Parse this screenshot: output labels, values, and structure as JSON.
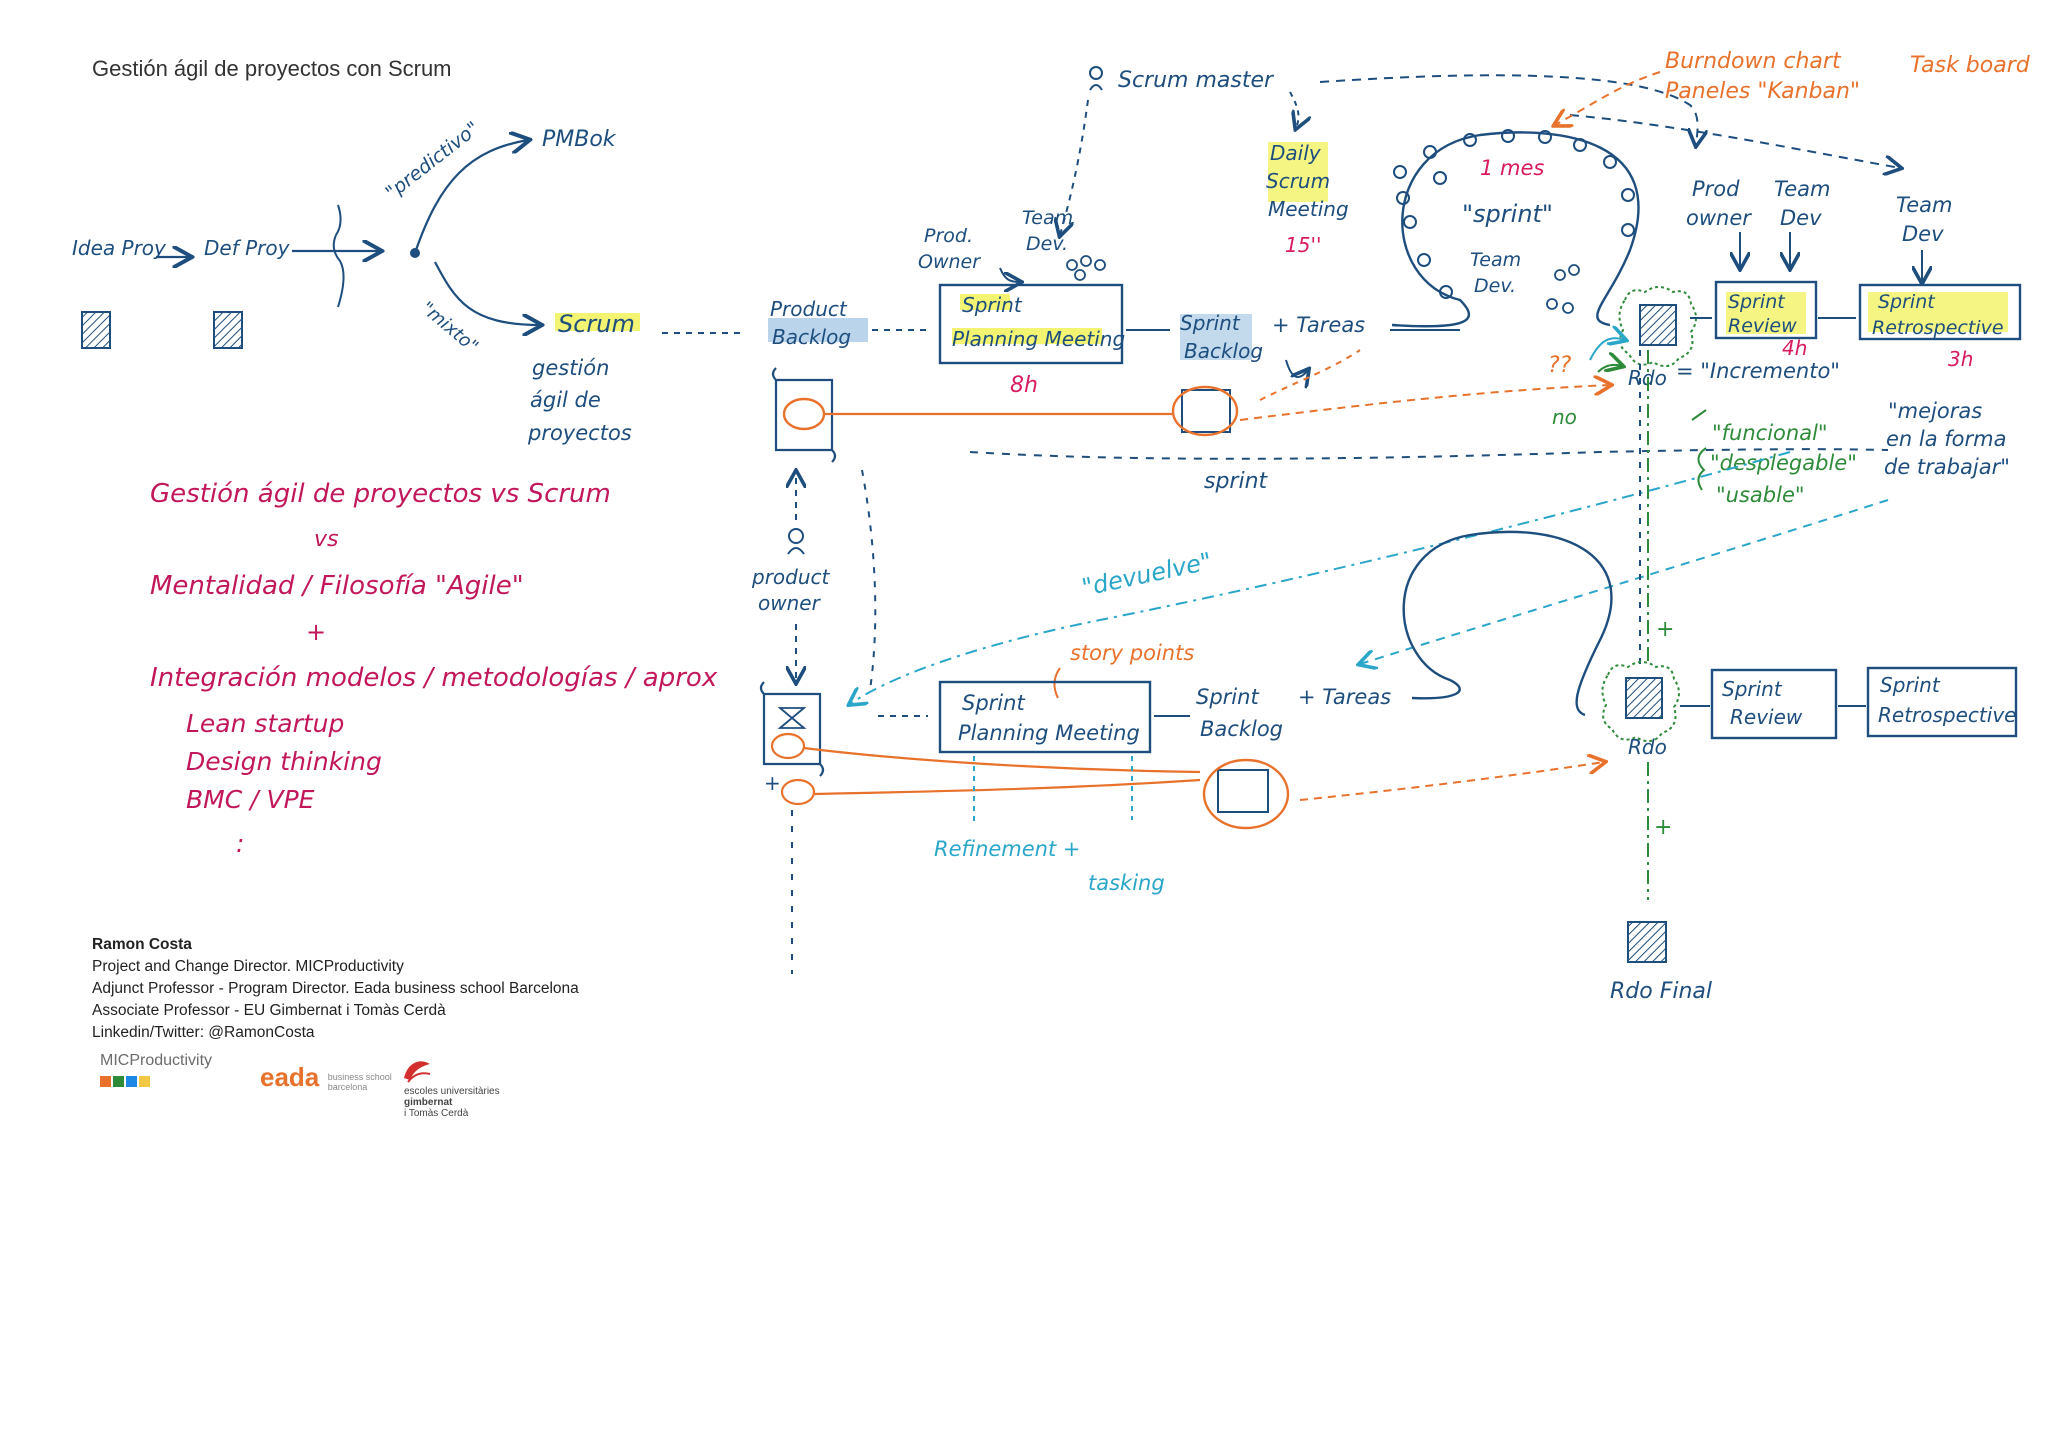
{
  "header": {
    "title": "Gestión ágil de proyectos con Scrum"
  },
  "colors": {
    "navy": "#1d4e7e",
    "magenta": "#c2185b",
    "orange": "#e8722c",
    "green": "#2e8b3a",
    "cyan": "#2aa6c9",
    "highlight": "#f2f25a",
    "blue_highlight": "#a9cbe6",
    "red": "#d81b60"
  },
  "diagram": {
    "left": {
      "idea": "Idea Proy",
      "def": "Def Proy",
      "predictivo": "\"predictivo\"",
      "pmbok": "PMBok",
      "mixto": "\"mixto\"",
      "scrum": "Scrum",
      "gestion_lines": [
        "gestión",
        "ágil de",
        "proyectos"
      ]
    },
    "top": {
      "scrum_master": "Scrum master",
      "daily_lines": [
        "Daily",
        "Scrum",
        "Meeting"
      ],
      "daily_time": "15''",
      "burndown": "Burndown chart",
      "kanban": "Paneles \"Kanban\"",
      "task_board": "Task board"
    },
    "row1": {
      "prod_owner_lines": [
        "Prod.",
        "Owner"
      ],
      "team_dev_lines": [
        "Team",
        "Dev."
      ],
      "product_backlog_lines": [
        "Product",
        "Backlog"
      ],
      "planning_lines": [
        "Sprint",
        "Planning Meeting"
      ],
      "planning_time": "8h",
      "sprint_backlog_lines": [
        "Sprint",
        "Backlog"
      ],
      "tareas": "+ Tareas",
      "one_month": "1 mes",
      "sprint_loop": "\"sprint\"",
      "loop_team_lines": [
        "Team",
        "Dev."
      ],
      "rdo": "Rdo",
      "incremento": "= \"Incremento\"",
      "qq": "??",
      "no": "no",
      "prod_owner2_lines": [
        "Prod",
        "owner"
      ],
      "team_dev2_lines": [
        "Team",
        "Dev"
      ],
      "team_dev3_lines": [
        "Team",
        "Dev"
      ],
      "review_lines": [
        "Sprint",
        "Review"
      ],
      "review_time": "4h",
      "retro_lines": [
        "Sprint",
        "Retrospective"
      ],
      "retro_time": "3h",
      "mejoras_lines": [
        "\"mejoras",
        "en la forma",
        "de trabajar\""
      ],
      "funcional_lines": [
        "\"funcional\"",
        "\"desplegable\"",
        "\"usable\""
      ],
      "sprint_label": "sprint"
    },
    "middle": {
      "product_owner_lines": [
        "product",
        "owner"
      ],
      "devuelve": "\"devuelve\""
    },
    "row2": {
      "story_points": "story points",
      "planning_lines": [
        "Sprint",
        "Planning Meeting"
      ],
      "sprint_backlog_lines": [
        "Sprint",
        "Backlog"
      ],
      "tareas": "+ Tareas",
      "rdo": "Rdo",
      "review_lines": [
        "Sprint",
        "Review"
      ],
      "retro_lines": [
        "Sprint",
        "Retrospective"
      ],
      "refinement": "Refinement +",
      "tasking": "tasking",
      "rdo_final": "Rdo Final",
      "plus": "+"
    },
    "notes": {
      "line1": "Gestión ágil de proyectos vs Scrum",
      "line2": "vs",
      "line3": "Mentalidad / Filosofía \"Agile\"",
      "line4": "+",
      "line5": "Integración modelos / metodologías / aprox",
      "items": [
        "Lean startup",
        "Design thinking",
        "BMC / VPE",
        ":"
      ]
    }
  },
  "author": {
    "name": "Ramon Costa",
    "lines": [
      "Project and Change Director. MICProductivity",
      "Adjunct Professor - Program Director. Eada business school Barcelona",
      "Associate Professor - EU Gimbernat i Tomàs Cerdà",
      "Linkedin/Twitter: @RamonCosta"
    ]
  },
  "logos": {
    "mic": "MICProductivity",
    "eada": "eada",
    "eada_sub": [
      "business school",
      "barcelona"
    ],
    "gimbernat": [
      "escoles universitàries",
      "gimbernat",
      "i Tomàs Cerdà"
    ]
  }
}
